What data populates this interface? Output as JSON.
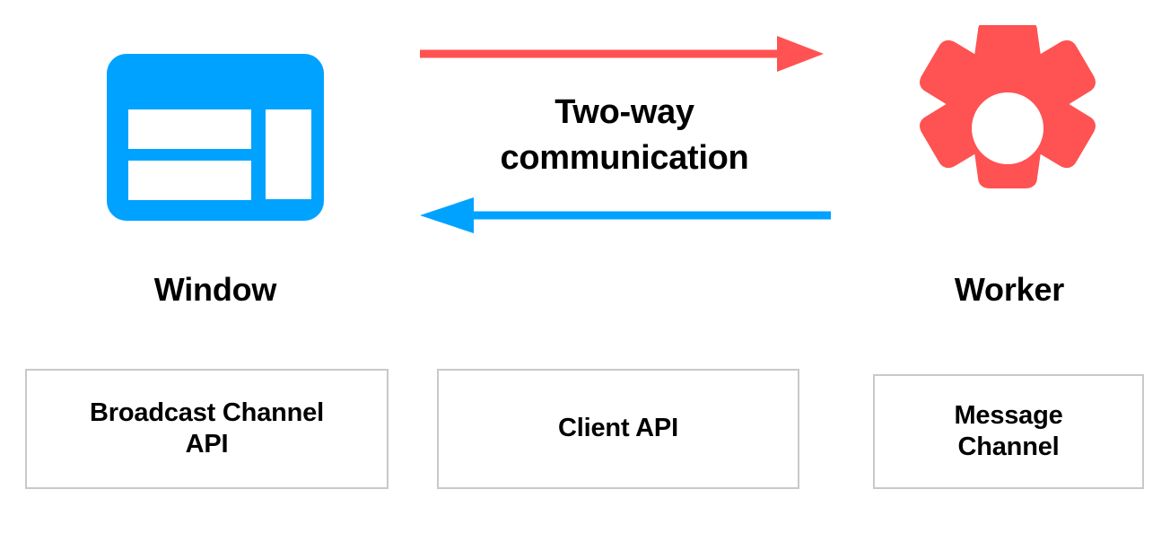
{
  "diagram": {
    "title": "Two-way communication between Window and Worker",
    "colors": {
      "window_blue": "#00a2ff",
      "worker_red": "#ff5252",
      "box_border": "#c9c9c9",
      "text": "#000000",
      "background": "#ffffff"
    },
    "center_label": "Two-way\ncommunication",
    "nodes": [
      {
        "id": "window",
        "caption": "Window",
        "icon": "browser-window-icon",
        "color": "#00a2ff"
      },
      {
        "id": "worker",
        "caption": "Worker",
        "icon": "gear-icon",
        "color": "#ff5252"
      }
    ],
    "arrows": [
      {
        "id": "window-to-worker",
        "direction": "right",
        "color": "#ff5252",
        "from": "Window",
        "to": "Worker"
      },
      {
        "id": "worker-to-window",
        "direction": "left",
        "color": "#00a2ff",
        "from": "Worker",
        "to": "Window"
      }
    ],
    "api_boxes": [
      {
        "id": "broadcast-channel-api",
        "label": "Broadcast Channel\nAPI"
      },
      {
        "id": "client-api",
        "label": "Client API"
      },
      {
        "id": "message-channel",
        "label": "Message\nChannel"
      }
    ]
  }
}
